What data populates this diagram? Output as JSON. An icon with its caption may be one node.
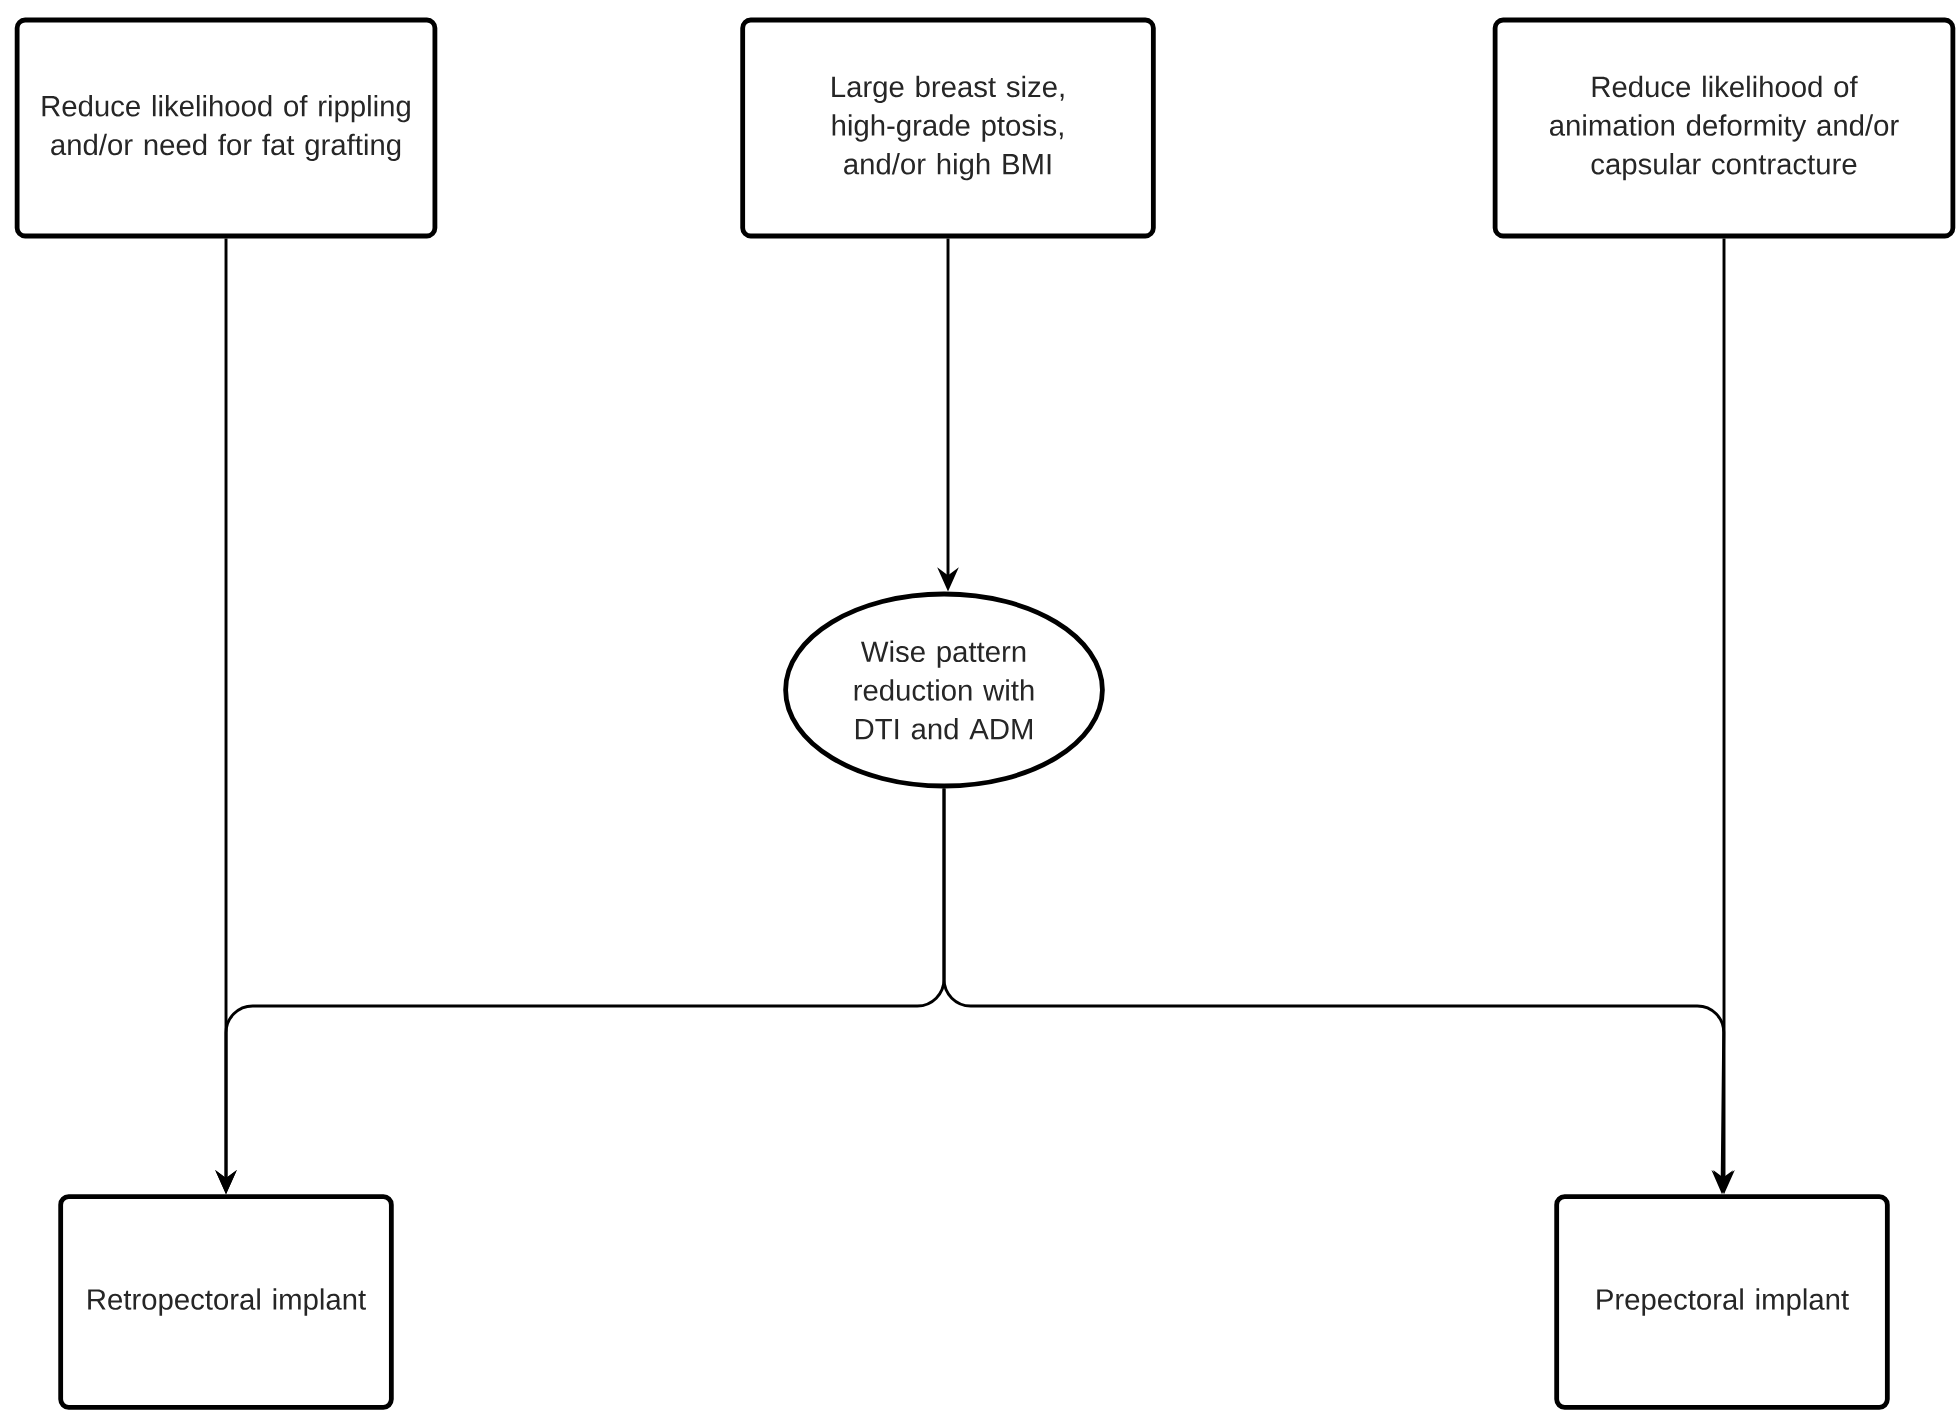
{
  "diagram": {
    "nodes": [
      {
        "text": [
          "Reduce likelihood of rippling and/or need for fat grafting"
        ]
      },
      {
        "text": [
          "Large breast size, high-grade ptosis, and/or high BMI"
        ]
      },
      {
        "text": [
          "Reduce likelihood of animation deformity and/or capsular contracture"
        ]
      },
      {
        "text": [
          "Wise pattern reduction with DTI and ADM"
        ]
      },
      {
        "text": [
          "Retropectoral implant"
        ]
      },
      {
        "text": [
          "Prepectoral implant"
        ]
      }
    ],
    "edges": [
      {
        "from": 0,
        "to": 4,
        "arrow": "to"
      },
      {
        "from": 1,
        "to": 3,
        "arrow": "to"
      },
      {
        "from": 3,
        "to": 4,
        "arrow": "to"
      },
      {
        "from": 3,
        "to": 5,
        "arrow": "to"
      },
      {
        "from": 2,
        "to": 5,
        "arrow": "to"
      }
    ]
  }
}
